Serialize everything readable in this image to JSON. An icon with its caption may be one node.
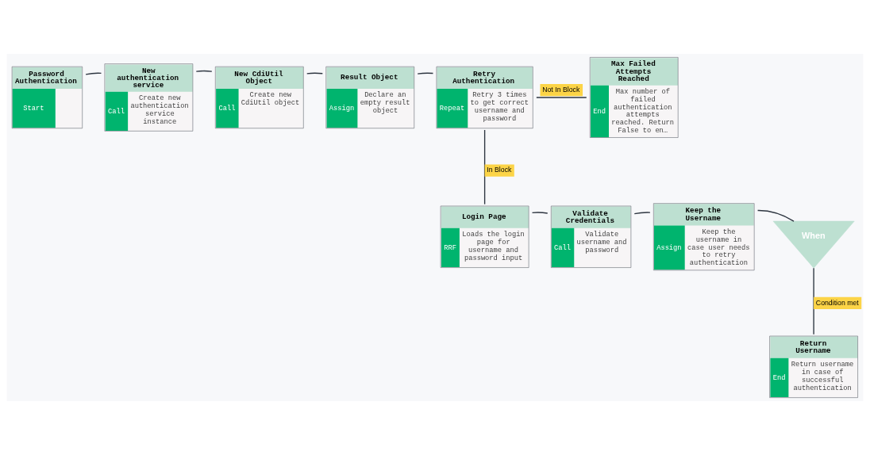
{
  "diagram": {
    "nodes": [
      {
        "text": [
          "Password Authentication",
          "Start"
        ]
      },
      {
        "text": [
          "New authentication service",
          "Call",
          "Create new authentication service instance"
        ]
      },
      {
        "text": [
          "New CdiUtil Object",
          "Call",
          "Create new CdiUtil object"
        ]
      },
      {
        "text": [
          "Result Object",
          "Assign",
          "Declare an empty result object"
        ]
      },
      {
        "text": [
          "Retry Authentication",
          "Repeat",
          "Retry 3 times to get correct username and password"
        ]
      },
      {
        "text": [
          "Max Failed Attempts Reached",
          "End",
          "Max number of failed authentication attempts reached. Return False to en…"
        ]
      },
      {
        "text": [
          "Login Page",
          "RRF",
          "Loads the login page for username and password input"
        ]
      },
      {
        "text": [
          "Validate Credentials",
          "Call",
          "Validate username and password"
        ]
      },
      {
        "text": [
          "Keep the Username",
          "Assign",
          "Keep the username in case user needs to retry authentication"
        ]
      },
      {
        "text": [
          "When"
        ]
      },
      {
        "text": [
          "Return Username",
          "End",
          "Return username in case of successful authentication"
        ]
      }
    ],
    "edges": [
      {
        "from": 0,
        "to": 1,
        "arrow": "none"
      },
      {
        "from": 1,
        "to": 2,
        "arrow": "none"
      },
      {
        "from": 2,
        "to": 3,
        "arrow": "none"
      },
      {
        "from": 3,
        "to": 4,
        "arrow": "none"
      },
      {
        "from": 4,
        "to": 5,
        "arrow": "none",
        "label": "Not In Block"
      },
      {
        "from": 4,
        "to": 6,
        "arrow": "none",
        "label": "In Block"
      },
      {
        "from": 6,
        "to": 7,
        "arrow": "none"
      },
      {
        "from": 7,
        "to": 8,
        "arrow": "none"
      },
      {
        "from": 8,
        "to": 9,
        "arrow": "none"
      },
      {
        "from": 9,
        "to": 10,
        "arrow": "none",
        "label": "Condition met"
      }
    ]
  }
}
